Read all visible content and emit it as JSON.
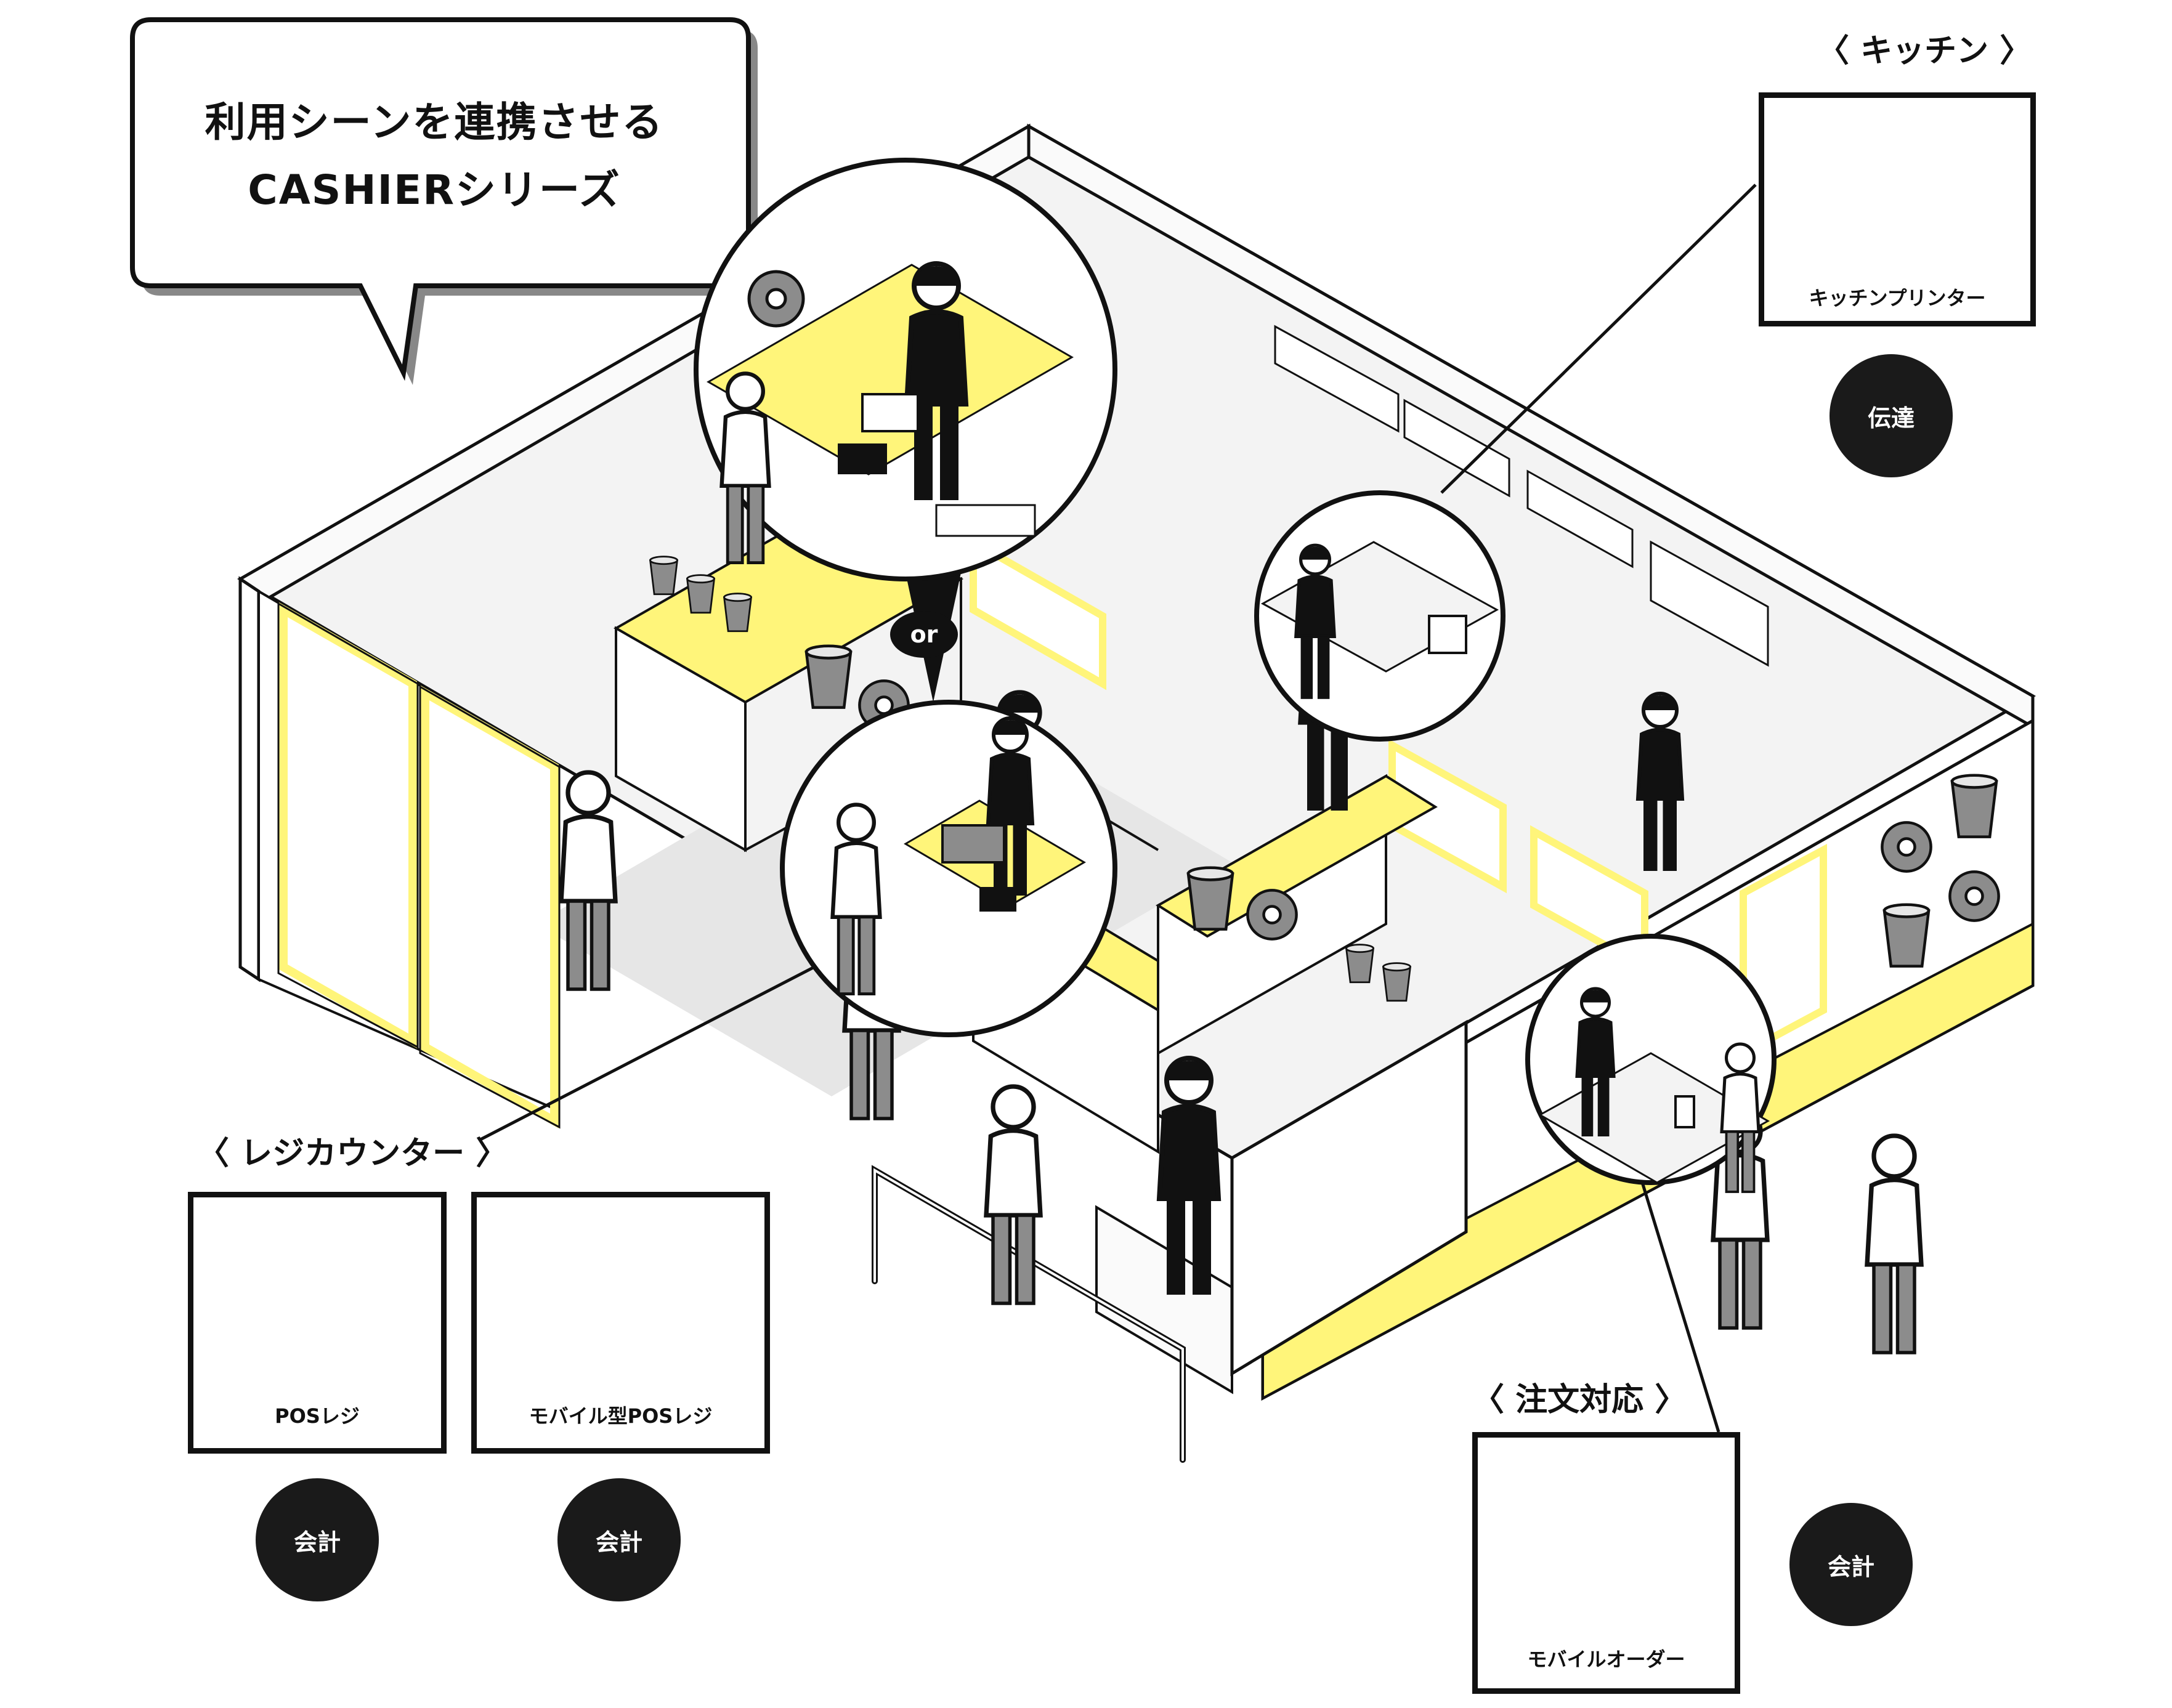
{
  "speech_bubble": {
    "line1": "利用シーンを連携させる",
    "line2": "CASHIERシリーズ"
  },
  "or_label": "or",
  "sections": {
    "kitchen": {
      "label": "〈 キッチン 〉",
      "products": [
        {
          "caption": "キッチンプリンター",
          "icon": "receipt-printer-icon"
        }
      ],
      "role": "伝達"
    },
    "register_counter": {
      "label": "〈 レジカウンター 〉",
      "products": [
        {
          "caption": "POSレジ",
          "icon": "pos-terminal-icon",
          "role": "会計"
        },
        {
          "caption": "モバイル型POSレジ",
          "icon": "mobile-pos-icon",
          "role": "会計"
        }
      ]
    },
    "order_handling": {
      "label": "〈 注文対応 〉",
      "products": [
        {
          "caption": "モバイルオーダー",
          "icon": "smartphone-icon"
        }
      ],
      "role": "会計"
    }
  },
  "colors": {
    "accent_yellow": "#fff57a",
    "ink": "#111111",
    "badge": "#1a1a1a",
    "floor_gray": "#e6e6e6",
    "person_gray": "#8c8c8c"
  }
}
